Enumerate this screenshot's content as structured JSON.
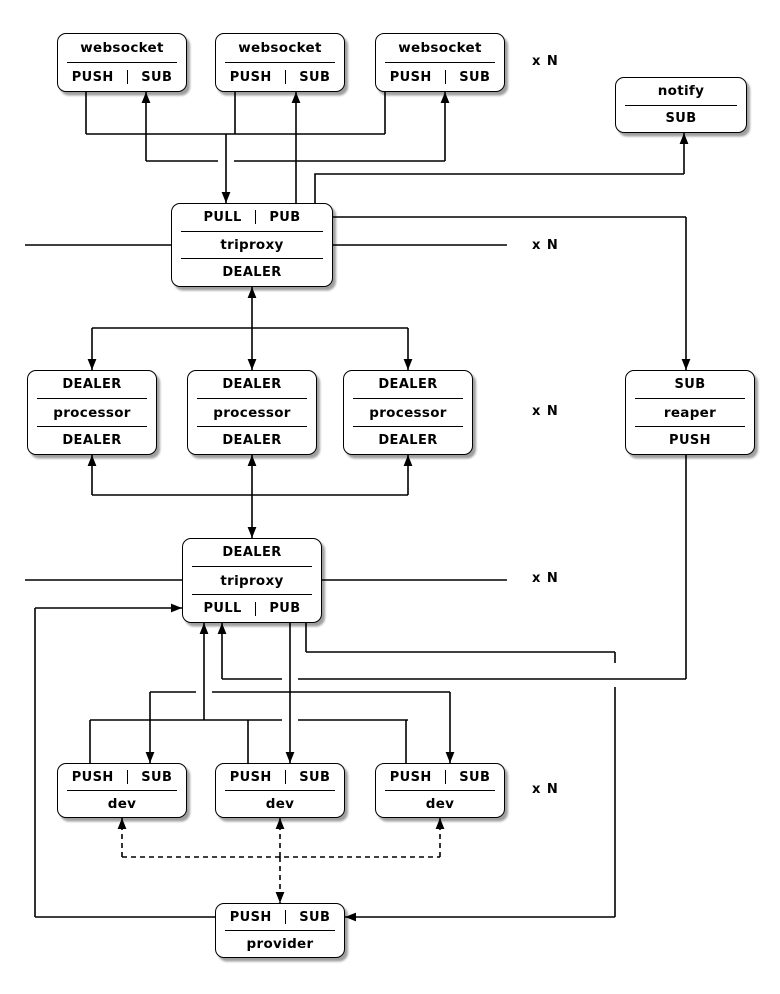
{
  "diagram": {
    "background_color": "#ffffff",
    "line_color": "#000000",
    "replication_label": "x N",
    "nodes": {
      "websocket1": {
        "title": "websocket",
        "push": "PUSH",
        "sub": "SUB"
      },
      "websocket2": {
        "title": "websocket",
        "push": "PUSH",
        "sub": "SUB"
      },
      "websocket3": {
        "title": "websocket",
        "push": "PUSH",
        "sub": "SUB"
      },
      "notify": {
        "title": "notify",
        "sub": "SUB"
      },
      "triproxy_top": {
        "pull": "PULL",
        "pub": "PUB",
        "name": "triproxy",
        "dealer": "DEALER"
      },
      "processor1": {
        "top": "DEALER",
        "name": "processor",
        "bottom": "DEALER"
      },
      "processor2": {
        "top": "DEALER",
        "name": "processor",
        "bottom": "DEALER"
      },
      "processor3": {
        "top": "DEALER",
        "name": "processor",
        "bottom": "DEALER"
      },
      "reaper": {
        "top": "SUB",
        "name": "reaper",
        "bottom": "PUSH"
      },
      "triproxy_bottom": {
        "dealer": "DEALER",
        "name": "triproxy",
        "pull": "PULL",
        "pub": "PUB"
      },
      "dev1": {
        "push": "PUSH",
        "sub": "SUB",
        "name": "dev"
      },
      "dev2": {
        "push": "PUSH",
        "sub": "SUB",
        "name": "dev"
      },
      "dev3": {
        "push": "PUSH",
        "sub": "SUB",
        "name": "dev"
      },
      "provider": {
        "push": "PUSH",
        "sub": "SUB",
        "name": "provider"
      }
    }
  }
}
